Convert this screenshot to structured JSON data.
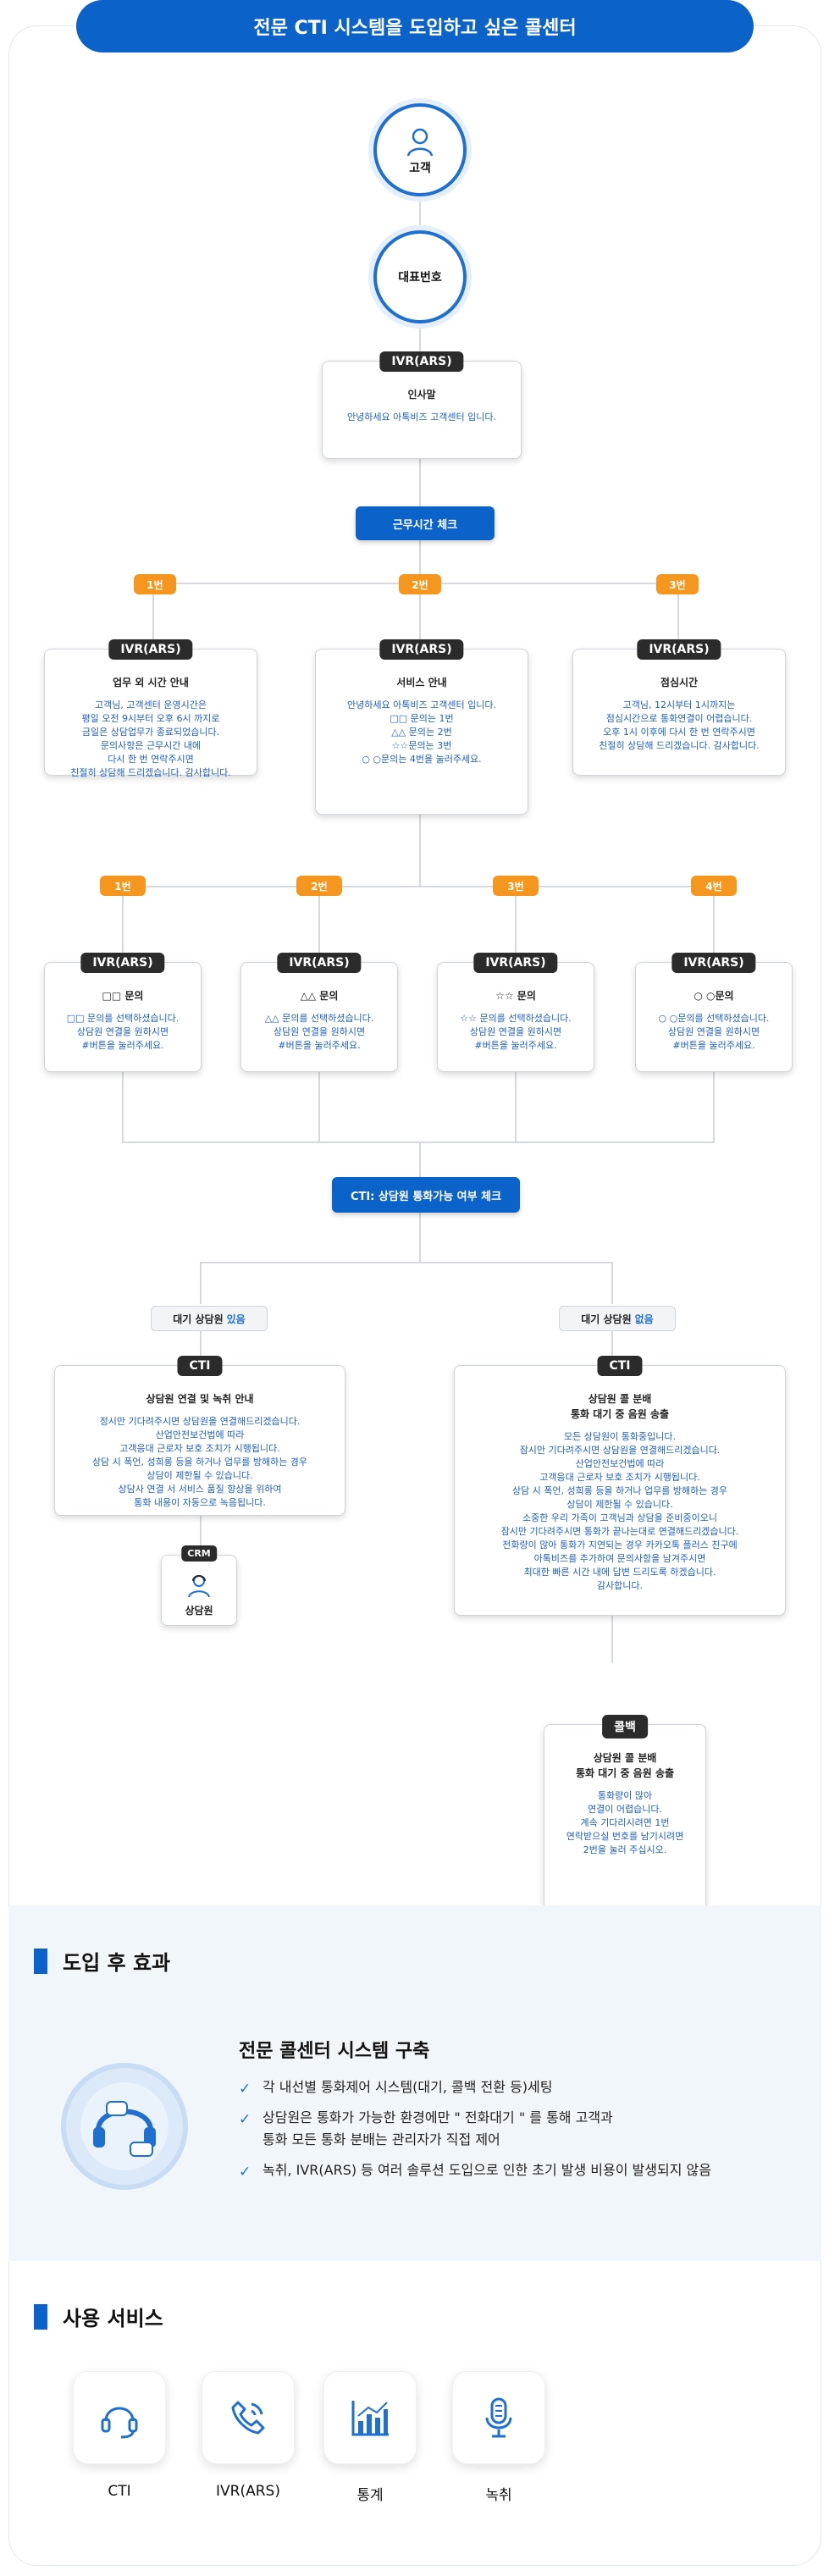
{
  "title": "전문 CTI 시스템을 도입하고 싶은 콜센터",
  "customer": "고객",
  "main_number": "대표번호",
  "ivr_top": {
    "tag": "IVR(ARS)",
    "title": "인사말",
    "body": "안녕하세요 아톡비즈 고객센터 입니다."
  },
  "hours_check": "근무시간 체크",
  "branch1": [
    "1번",
    "2번",
    "3번"
  ],
  "ivr_row1": [
    {
      "tag": "IVR(ARS)",
      "title": "업무 외 시간 안내",
      "body": "고객님, 고객센터 운영시간은\n평일 오전 9시부터 오후 6시 까지로\n금일은 상담업무가 종료되었습니다.\n문의사항은 근무시간 내에\n다시 한 번 연락주시면\n친절히 상담해 드리겠습니다. 감사합니다."
    },
    {
      "tag": "IVR(ARS)",
      "title": "서비스 안내",
      "body": "안녕하세요 아톡비즈 고객센터 입니다.\n□□ 문의는 1번\n△△ 문의는 2번\n☆☆문의는 3번\n○ ○문의는 4번을 눌러주세요."
    },
    {
      "tag": "IVR(ARS)",
      "title": "점심시간",
      "body": "고객님, 12시부터 1시까지는\n점심시간으로 통화연결이 어렵습니다.\n오후 1시 이후에 다시 한 번 연락주시면\n친절히 상담해 드리겠습니다. 감사합니다."
    }
  ],
  "branch2": [
    "1번",
    "2번",
    "3번",
    "4번"
  ],
  "ivr_row2": [
    {
      "tag": "IVR(ARS)",
      "title": "□□ 문의",
      "body": "□□ 문의를 선택하셨습니다.\n상담원 연결을 원하시면\n#버튼을 눌러주세요."
    },
    {
      "tag": "IVR(ARS)",
      "title": "△△ 문의",
      "body": "△△ 문의를 선택하셨습니다.\n상담원 연결을 원하시면\n#버튼을 눌러주세요."
    },
    {
      "tag": "IVR(ARS)",
      "title": "☆☆ 문의",
      "body": "☆☆ 문의를 선택하셨습니다.\n상담원 연결을 원하시면\n#버튼을 눌러주세요."
    },
    {
      "tag": "IVR(ARS)",
      "title": "○ ○문의",
      "body": "○ ○문의를 선택하셨습니다.\n상담원 연결을 원하시면\n#버튼을 눌러주세요."
    }
  ],
  "cti_check": "CTI: 상담원 통화가능 여부 체크",
  "wait_yes": {
    "prefix": "대기 상담원",
    "accent": "있음"
  },
  "wait_no": {
    "prefix": "대기 상담원",
    "accent": "없음"
  },
  "cti_left": {
    "tag": "CTI",
    "title": "상담원 연결 및 녹취 안내",
    "body": "정시만 기다려주시면 상담원을 연결해드리겠습니다.\n산업안전보건법에 따라\n고객응대 근로자 보호 조치가 시행됩니다.\n상담 시 폭언, 성희롱 등을 하거나 업무를 방해하는 경우\n상담이 제한될 수 있습니다.\n상담사 연결 서 서비스 품질 향상을 위하여\n통화 내용이 자동으로 녹음됩니다."
  },
  "crm": {
    "tag": "CRM",
    "label": "상담원"
  },
  "cti_right": {
    "tag": "CTI",
    "title": "상담원 콜 분배\n통화 대기 중 음원 송출",
    "body": "모든 상담원이 통화중입니다.\n잠시만 기다려주시면 상담원을 연결해드리겠습니다.\n산업안전보건법에 따라\n고객응대 근로자 보호 조치가 시행됩니다.\n상담 시 폭언, 성희롱 등을 하거나 업무를 방해하는 경우\n상담이 제한될 수 있습니다.\n소중한 우리 가족이 고객님과 상담을 준비중이오니\n잠시만 기다려주시면 통화가 끝나는대로 연결해드리겠습니다.\n전화량이 많아 통화가 지연되는 경우 카카오톡 플러스 친구에\n아톡비즈를 추가하여 문의사항을 남겨주시면\n최대한 빠른 시간 내에 답변 드리도록 하겠습니다.\n감사합니다."
  },
  "callback": {
    "tag": "콜백",
    "title": "상담원 콜 분배\n통화 대기 중 음원 송출",
    "body": "통화량이 많아\n연결이 어렵습니다.\n계속 기다리시려면 1번\n연락받으실 번호를 남기시려면\n2번을 눌러 주십시오."
  },
  "effects": {
    "heading": "도입 후 효과",
    "title": "전문 콜센터 시스템 구축",
    "items": [
      "각 내선별 통화제어 시스템(대기, 콜백 전환 등)세팅",
      "상담원은 통화가 가능한 환경에만 \" 전화대기 \" 를 통해 고객과\n통화 모든 통화 분배는 관리자가 직접 제어",
      "녹취, IVR(ARS) 등 여러 솔루션 도입으로 인한 초기 발생 비용이 발생되지 않음"
    ]
  },
  "services": {
    "heading": "사용 서비스",
    "items": [
      {
        "label": "CTI",
        "icon": "headset-icon"
      },
      {
        "label": "IVR(ARS)",
        "icon": "phone-icon"
      },
      {
        "label": "통계",
        "icon": "bar-chart-icon"
      },
      {
        "label": "녹취",
        "icon": "microphone-icon"
      }
    ]
  },
  "colors": {
    "primary": "#0b63c9",
    "accent_orange": "#f5961f",
    "tag_dark": "#2b2b2b",
    "body_blue": "#1e5fbf"
  }
}
